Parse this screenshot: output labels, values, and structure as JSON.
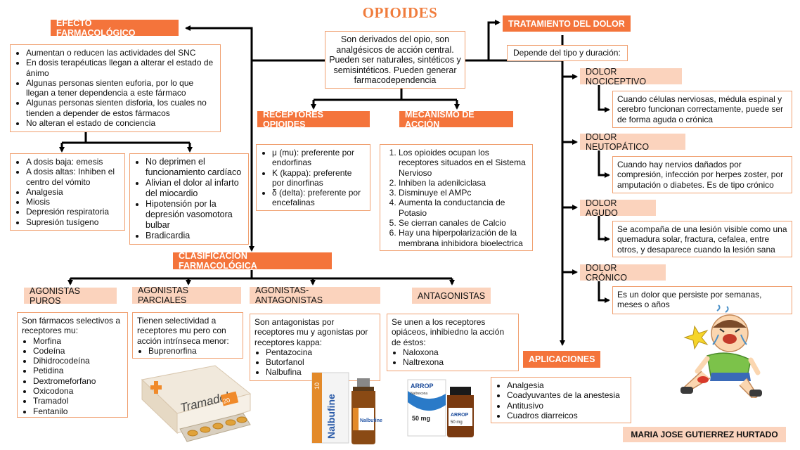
{
  "title": "OPIOIDES",
  "center_text": "Son derivados del opio, son analgésicos de acción central. Pueden ser naturales, sintéticos y semisintéticos. Pueden generar farmacodependencia",
  "efecto": {
    "header": "EFECTO FARMACOLÓGICO",
    "items": [
      "Aumentan o reducen las actividades del SNC",
      "En dosis terapéuticas llegan a alterar el estado de ánimo",
      "Algunas personas sienten euforia, por lo que llegan a tener dependencia a este fármaco",
      "Algunas personas sienten disforia, los cuales no tienden a depender de estos fármacos",
      "No alteran el estado de conciencia"
    ],
    "left_items": [
      "A dosis baja: emesis",
      "A dosis altas: Inhiben el centro del vómito",
      "Analgesia",
      "Miosis",
      "Depresión respiratoria",
      "Supresión tusígeno"
    ],
    "right_items": [
      "No deprimen el funcionamiento cardíaco",
      "Alivian el dolor al infarto del miocardio",
      "Hipotensión por la depresión vasomotora bulbar",
      "Bradicardia"
    ]
  },
  "receptores": {
    "header": "RECEPTORES OPIOIDES",
    "items": [
      "μ (mu): preferente por endorfinas",
      "K (kappa): preferente por dinorfinas",
      "δ (delta): preferente por encefalinas"
    ]
  },
  "mecanismo": {
    "header": "MECANISMO DE ACCIÓN",
    "items": [
      "Los opioides ocupan los receptores situados en el Sistema Nervioso",
      "Inhiben la adenilciclasa",
      "Disminuye el AMPc",
      "Aumenta la conductancia de Potasio",
      "Se cierran canales de Calcio",
      "Hay una hiperpolarización de la membrana inhibidora bioelectrica"
    ]
  },
  "tratamiento": {
    "header": "TRATAMIENTO DEL DOLOR",
    "intro": "Depende del tipo y duración:",
    "types": [
      {
        "label": "DOLOR NOCICEPTIVO",
        "text": "Cuando células nerviosas, médula espinal y cerebro funcionan correctamente, puede ser de forma aguda o crónica"
      },
      {
        "label": "DOLOR NEUTOPÁTICO",
        "text": "Cuando hay nervios dañados por compresión, infección por herpes zoster, por amputación o diabetes. Es de tipo crónico"
      },
      {
        "label": "DOLOR AGUDO",
        "text": "Se acompaña de una lesión visible como una quemadura solar, fractura, cefalea, entre otros, y desaparece cuando la lesión sana"
      },
      {
        "label": "DOLOR CRÓNICO",
        "text": "Es un dolor que persiste por semanas, meses o años"
      }
    ]
  },
  "clasificacion": {
    "header": "CLASIFICACIÓN FARMACOLÓGICA",
    "groups": [
      {
        "label": "AGONISTAS PUROS",
        "intro": "Son fármacos selectivos a receptores mu:",
        "items": [
          "Morfina",
          "Codeína",
          "Dihidrocodeína",
          "Petidina",
          "Dextromeforfano",
          "Oxicodona",
          "Tramadol",
          "Fentanilo"
        ]
      },
      {
        "label": "AGONISTAS PARCIALES",
        "intro": "Tienen selectividad a receptores mu pero con acción intrínseca menor:",
        "items": [
          "Buprenorfina"
        ]
      },
      {
        "label": "AGONISTAS-ANTAGONISTAS",
        "intro": "Son antagonistas por receptores mu y agonistas por receptores kappa:",
        "items": [
          "Pentazocina",
          "Butorfanol",
          "Nalbufina"
        ]
      },
      {
        "label": "ANTAGONISTAS",
        "intro": "Se unen a los receptores opiáceos, inhibiedno la acción de éstos:",
        "items": [
          "Naloxona",
          "Naltrexona"
        ]
      }
    ]
  },
  "aplicaciones": {
    "header": "APLICACIONES",
    "items": [
      "Analgesia",
      "Coadyuvantes de la anestesia",
      "Antitusivo",
      "Cuadros diarreicos"
    ]
  },
  "products": {
    "tramadol": "Tramadol.",
    "tramadol_dose": "20",
    "nalbufine": "Nalbufine",
    "nalbufine_dose": "10",
    "arrop": "ARROP",
    "arrop_sub": "Naltrexona",
    "arrop_dose": "50 mg"
  },
  "author": "MARIA JOSE GUTIERREZ HURTADO",
  "colors": {
    "accent": "#f4743b",
    "label_bg": "#fbd3bd",
    "title": "#f07c3c",
    "border": "#f0a070"
  }
}
